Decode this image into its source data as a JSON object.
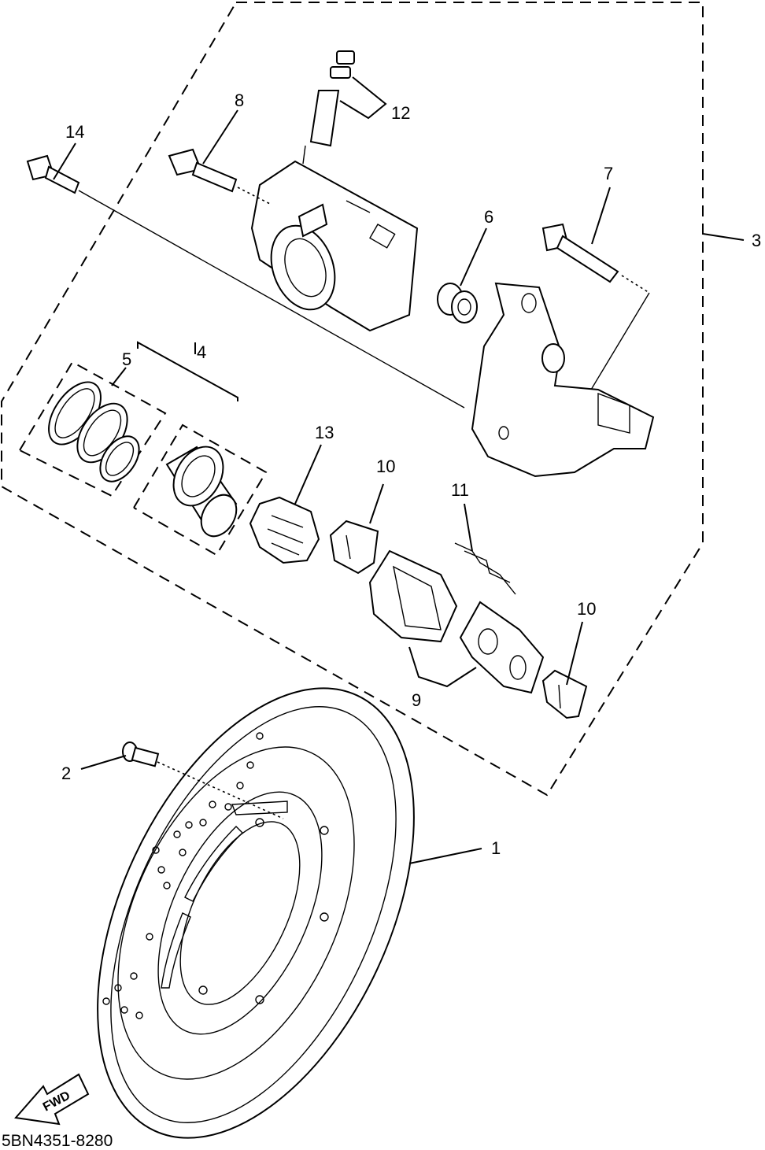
{
  "callouts": {
    "c1": "1",
    "c2": "2",
    "c3": "3",
    "c4": "4",
    "c5": "5",
    "c6": "6",
    "c7": "7",
    "c8": "8",
    "c9": "9",
    "c10a": "10",
    "c10b": "10",
    "c11": "11",
    "c12": "12",
    "c13": "13",
    "c14": "14"
  },
  "fwd_label": "FWD",
  "diagram_code": "5BN4351-8280"
}
